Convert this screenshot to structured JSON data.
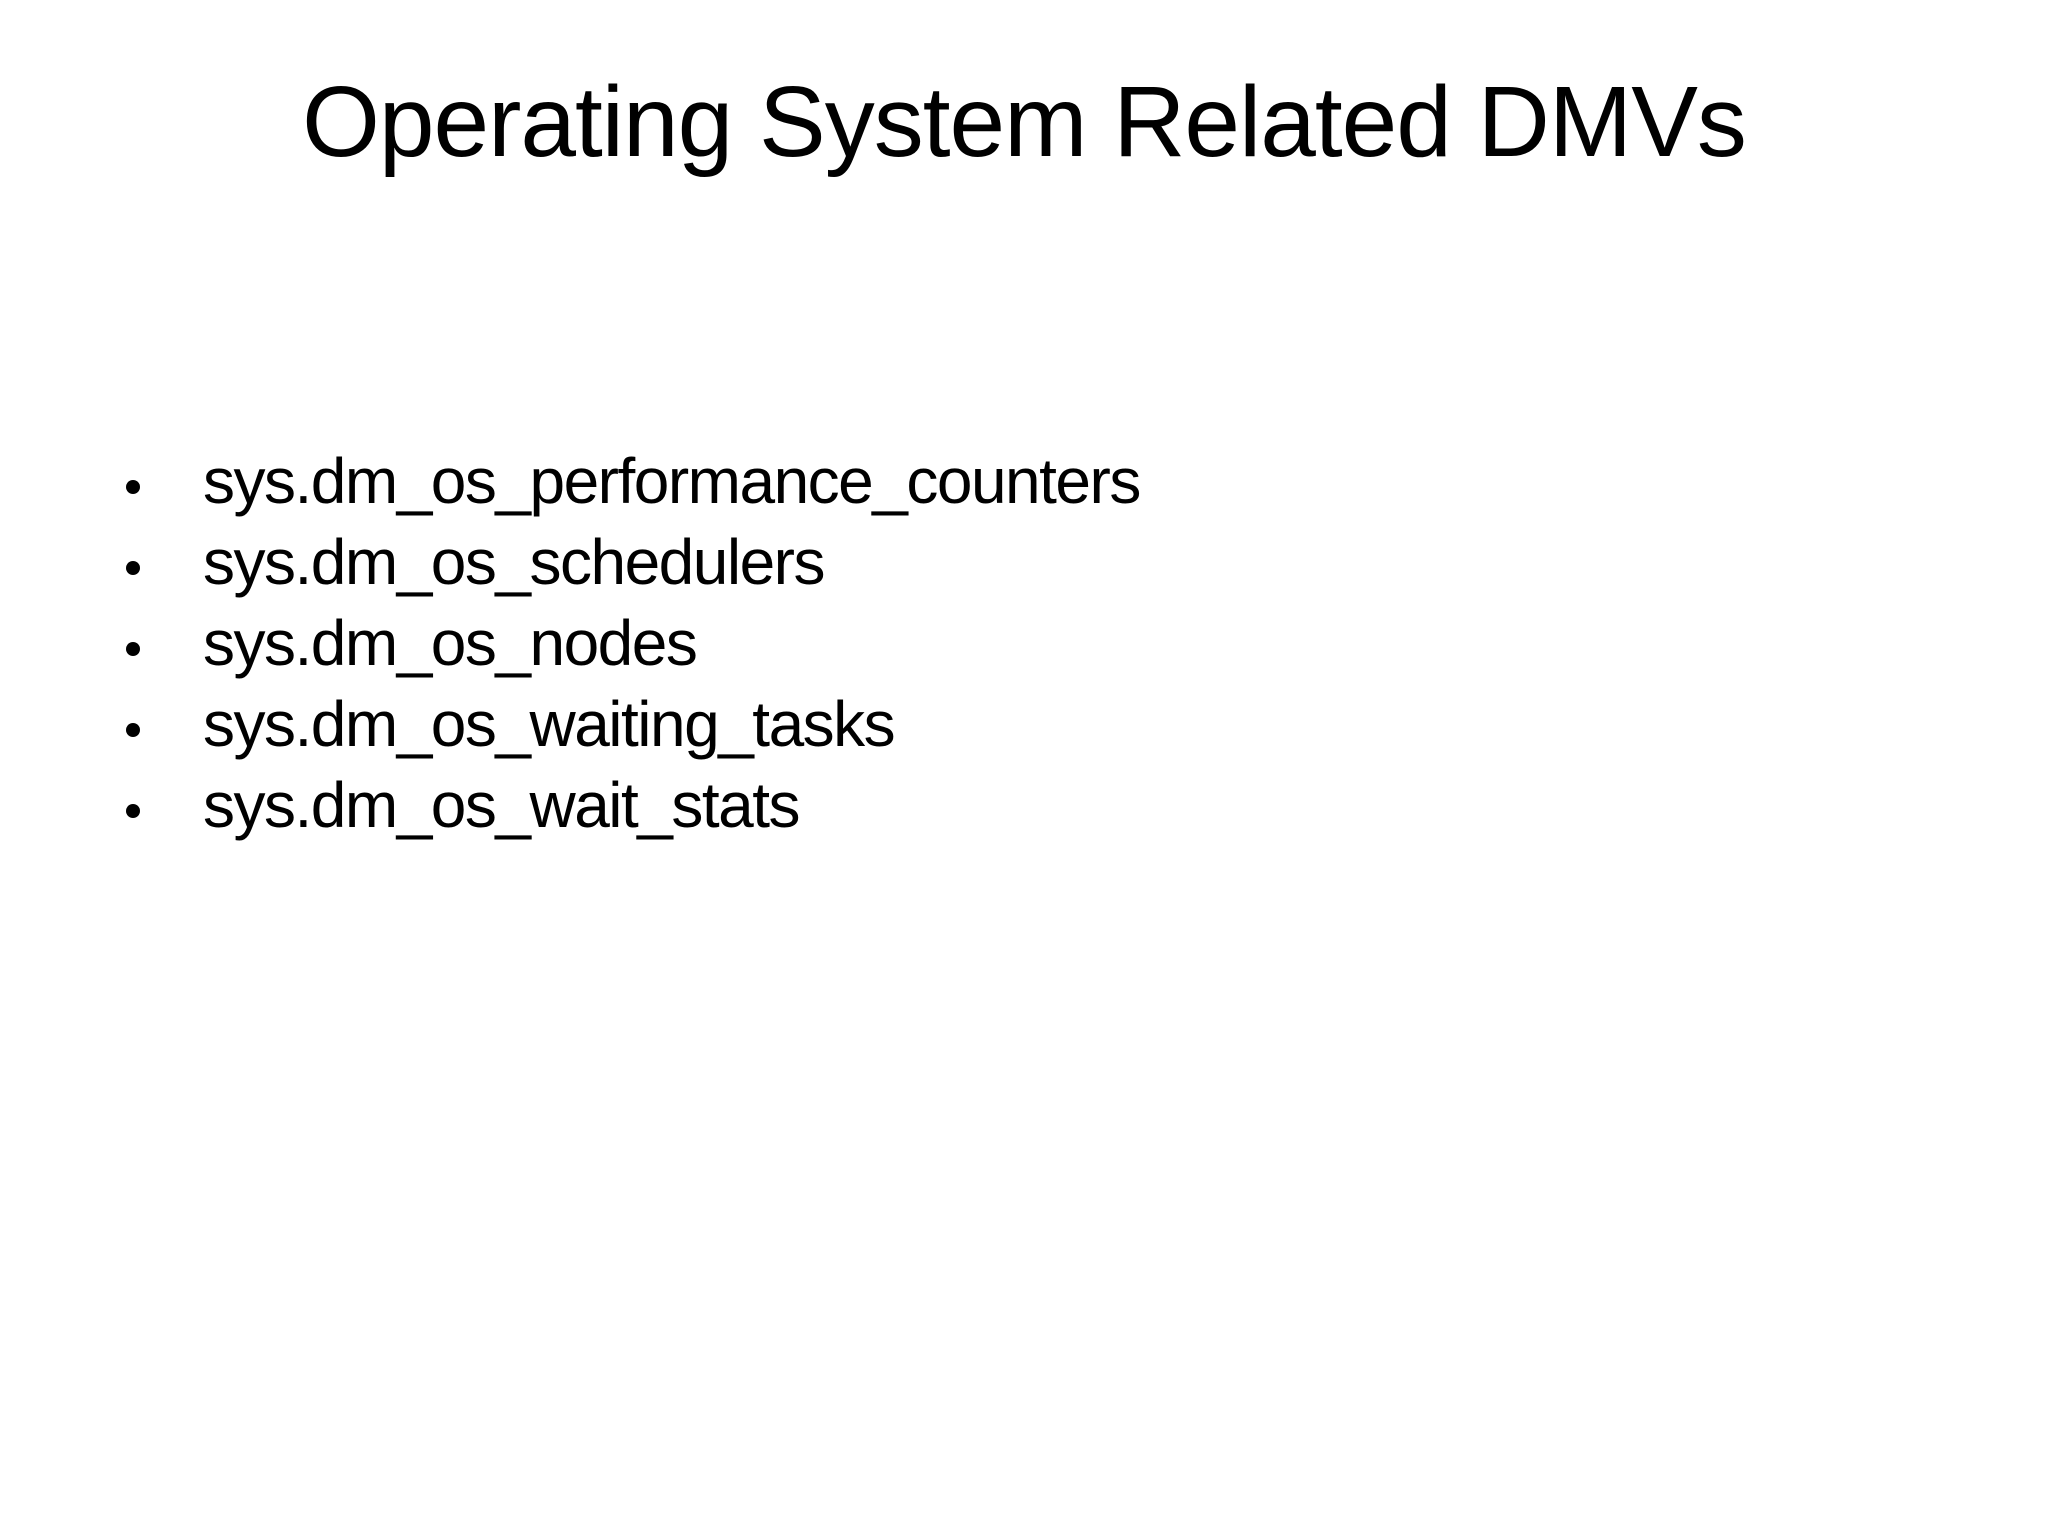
{
  "slide": {
    "title": "Operating System Related DMVs",
    "bullets": [
      "sys.dm_os_performance_counters",
      "sys.dm_os_schedulers",
      "sys.dm_os_nodes",
      "sys.dm_os_waiting_tasks",
      "sys.dm_os_wait_stats"
    ],
    "colors": {
      "background": "#ffffff",
      "text": "#000000"
    }
  }
}
